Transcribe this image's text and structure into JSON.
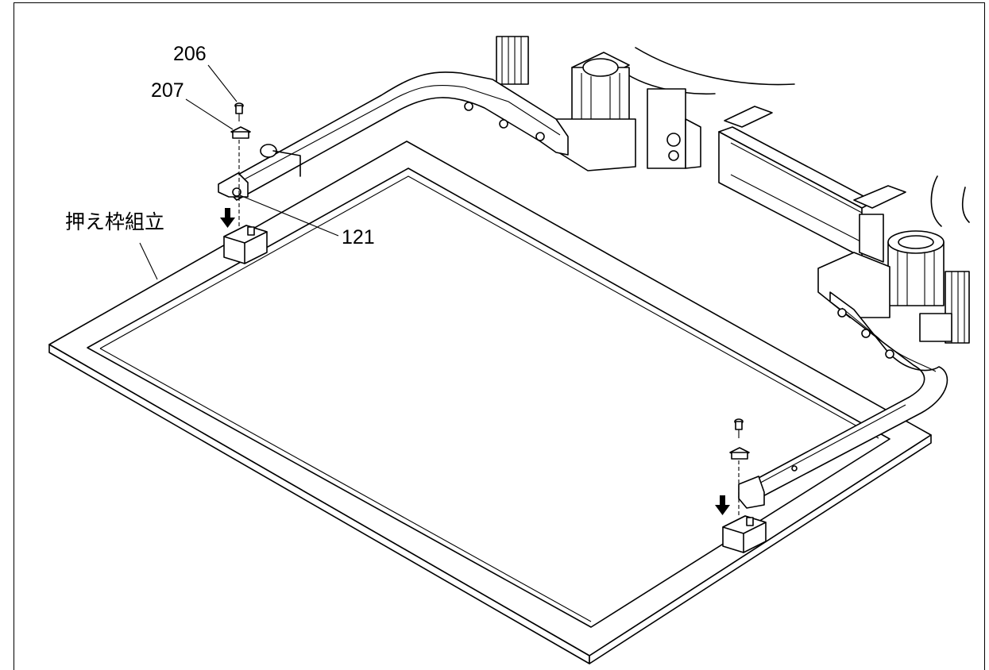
{
  "callouts": {
    "bolt": "206",
    "washer": "207",
    "pin": "121",
    "assembly": "押え枠組立"
  }
}
